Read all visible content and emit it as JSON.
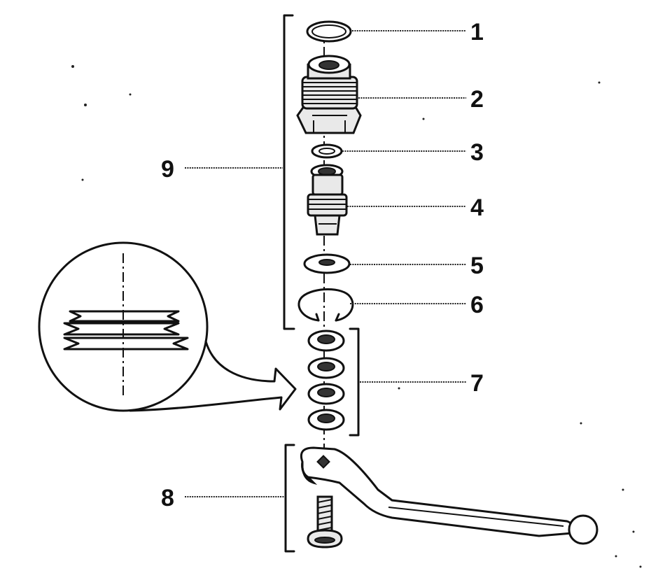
{
  "callouts": [
    "1",
    "2",
    "3",
    "4",
    "5",
    "6",
    "7",
    "8",
    "9"
  ]
}
